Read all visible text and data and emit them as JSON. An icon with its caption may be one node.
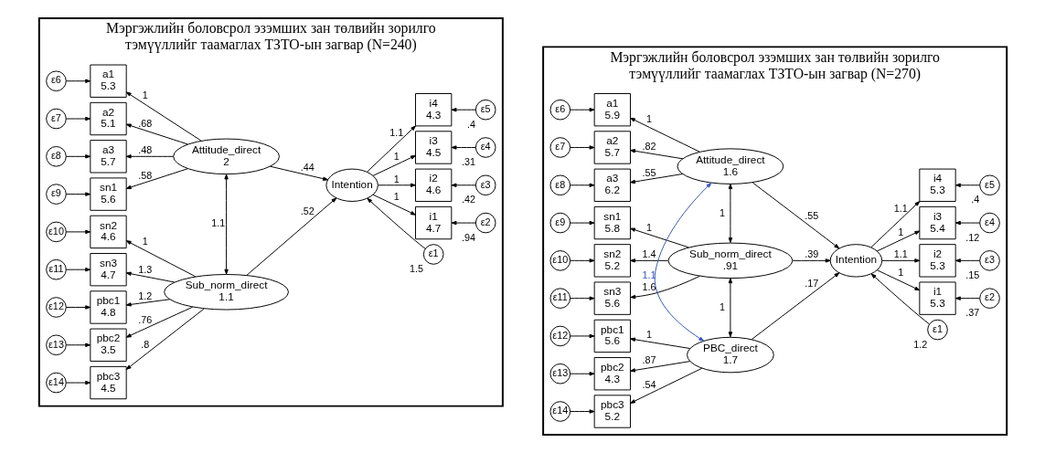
{
  "diagram": {
    "nodes": [
      {
        "text": [
          "Мэргэжлийн боловсрол эзэмших зан төлвийн зорилго тэмүүллийг таамаглах ТЗТО-ын загвар (N=240)"
        ]
      },
      {
        "text": [
          "ε6"
        ],
        "in": 0
      },
      {
        "text": [
          "a1",
          "5.3"
        ],
        "in": 0
      },
      {
        "text": [
          "ε7"
        ],
        "in": 0
      },
      {
        "text": [
          "a2",
          "5.1"
        ],
        "in": 0
      },
      {
        "text": [
          "ε8"
        ],
        "in": 0
      },
      {
        "text": [
          "a3",
          "5.7"
        ],
        "in": 0
      },
      {
        "text": [
          "ε9"
        ],
        "in": 0
      },
      {
        "text": [
          "sn1",
          "5.6"
        ],
        "in": 0
      },
      {
        "text": [
          "ε10"
        ],
        "in": 0
      },
      {
        "text": [
          "sn2",
          "4.6"
        ],
        "in": 0
      },
      {
        "text": [
          "ε11"
        ],
        "in": 0
      },
      {
        "text": [
          "sn3",
          "4.7"
        ],
        "in": 0
      },
      {
        "text": [
          "ε12"
        ],
        "in": 0
      },
      {
        "text": [
          "pbc1",
          "4.8"
        ],
        "in": 0
      },
      {
        "text": [
          "ε13"
        ],
        "in": 0
      },
      {
        "text": [
          "pbc2",
          "3.5"
        ],
        "in": 0
      },
      {
        "text": [
          "ε14"
        ],
        "in": 0
      },
      {
        "text": [
          "pbc3",
          "4.5"
        ],
        "in": 0
      },
      {
        "text": [
          "Attitude_direct",
          "2"
        ],
        "in": 0
      },
      {
        "text": [
          "Sub_norm_direct",
          "1.1"
        ],
        "in": 0
      },
      {
        "text": [
          "Intention"
        ],
        "in": 0
      },
      {
        "text": [
          "ε1"
        ],
        "beside": [
          "1.5"
        ],
        "in": 0
      },
      {
        "text": [
          "i1",
          "4.7"
        ],
        "in": 0
      },
      {
        "text": [
          "ε2"
        ],
        "beside": [
          ".94"
        ],
        "in": 0
      },
      {
        "text": [
          "i2",
          "4.6"
        ],
        "in": 0
      },
      {
        "text": [
          "ε3"
        ],
        "beside": [
          ".42"
        ],
        "in": 0
      },
      {
        "text": [
          "i3",
          "4.5"
        ],
        "in": 0
      },
      {
        "text": [
          "ε4"
        ],
        "beside": [
          ".31"
        ],
        "in": 0
      },
      {
        "text": [
          "i4",
          "4.3"
        ],
        "in": 0
      },
      {
        "text": [
          "ε5"
        ],
        "beside": [
          ".4"
        ],
        "in": 0
      },
      {
        "text": [
          "Мэргэжлийн боловсрол эзэмших зан төлвийн зорилго тэмүүллийг таамаглах ТЗТО-ын загвар (N=270)"
        ]
      },
      {
        "text": [
          "ε6"
        ],
        "in": 31
      },
      {
        "text": [
          "a1",
          "5.9"
        ],
        "in": 31
      },
      {
        "text": [
          "ε7"
        ],
        "in": 31
      },
      {
        "text": [
          "a2",
          "5.7"
        ],
        "in": 31
      },
      {
        "text": [
          "ε8"
        ],
        "in": 31
      },
      {
        "text": [
          "a3",
          "6.2"
        ],
        "in": 31
      },
      {
        "text": [
          "ε9"
        ],
        "in": 31
      },
      {
        "text": [
          "sn1",
          "5.8"
        ],
        "in": 31
      },
      {
        "text": [
          "ε10"
        ],
        "in": 31
      },
      {
        "text": [
          "sn2",
          "5.2"
        ],
        "in": 31
      },
      {
        "text": [
          "ε11"
        ],
        "in": 31
      },
      {
        "text": [
          "sn3",
          "5.6"
        ],
        "in": 31
      },
      {
        "text": [
          "ε12"
        ],
        "in": 31
      },
      {
        "text": [
          "pbc1",
          "5.6"
        ],
        "in": 31
      },
      {
        "text": [
          "ε13"
        ],
        "in": 31
      },
      {
        "text": [
          "pbc2",
          "4.3"
        ],
        "in": 31
      },
      {
        "text": [
          "ε14"
        ],
        "in": 31
      },
      {
        "text": [
          "pbc3",
          "5.2"
        ],
        "in": 31
      },
      {
        "text": [
          "Attitude_direct",
          "1.6"
        ],
        "in": 31
      },
      {
        "text": [
          "Sub_norm_direct",
          ".91"
        ],
        "in": 31
      },
      {
        "text": [
          "PBC_direct",
          "1.7"
        ],
        "in": 31
      },
      {
        "text": [
          "Intention"
        ],
        "in": 31
      },
      {
        "text": [
          "ε1"
        ],
        "beside": [
          "1.2"
        ],
        "in": 31
      },
      {
        "text": [
          "i1",
          "5.3"
        ],
        "in": 31
      },
      {
        "text": [
          "ε2"
        ],
        "beside": [
          ".37"
        ],
        "in": 31
      },
      {
        "text": [
          "i2",
          "5.3"
        ],
        "in": 31
      },
      {
        "text": [
          "ε3"
        ],
        "beside": [
          ".15"
        ],
        "in": 31
      },
      {
        "text": [
          "i3",
          "5.4"
        ],
        "in": 31
      },
      {
        "text": [
          "ε4"
        ],
        "beside": [
          ".12"
        ],
        "in": 31
      },
      {
        "text": [
          "i4",
          "5.3"
        ],
        "in": 31
      },
      {
        "text": [
          "ε5"
        ],
        "beside": [
          ".4"
        ],
        "in": 31
      }
    ],
    "edges": [
      {
        "from": 1,
        "to": 2,
        "arrow": "to"
      },
      {
        "from": 3,
        "to": 4,
        "arrow": "to"
      },
      {
        "from": 5,
        "to": 6,
        "arrow": "to"
      },
      {
        "from": 7,
        "to": 8,
        "arrow": "to"
      },
      {
        "from": 9,
        "to": 10,
        "arrow": "to"
      },
      {
        "from": 11,
        "to": 12,
        "arrow": "to"
      },
      {
        "from": 13,
        "to": 14,
        "arrow": "to"
      },
      {
        "from": 15,
        "to": 16,
        "arrow": "to"
      },
      {
        "from": 17,
        "to": 18,
        "arrow": "to"
      },
      {
        "from": 19,
        "to": 2,
        "arrow": "to",
        "label": "1"
      },
      {
        "from": 19,
        "to": 4,
        "arrow": "to",
        "label": ".68"
      },
      {
        "from": 19,
        "to": 6,
        "arrow": "to",
        "label": ".48"
      },
      {
        "from": 19,
        "to": 8,
        "arrow": "to",
        "label": ".58"
      },
      {
        "from": 20,
        "to": 10,
        "arrow": "to",
        "label": "1"
      },
      {
        "from": 20,
        "to": 12,
        "arrow": "to",
        "label": "1.3"
      },
      {
        "from": 20,
        "to": 14,
        "arrow": "to",
        "label": "1.2"
      },
      {
        "from": 20,
        "to": 16,
        "arrow": "to",
        "label": ".76"
      },
      {
        "from": 20,
        "to": 18,
        "arrow": "to",
        "label": ".8"
      },
      {
        "from": 19,
        "to": 20,
        "arrow": "both",
        "label": "1.1"
      },
      {
        "from": 19,
        "to": 21,
        "arrow": "to",
        "label": ".44"
      },
      {
        "from": 20,
        "to": 21,
        "arrow": "to",
        "label": ".52"
      },
      {
        "from": 22,
        "to": 21,
        "arrow": "to"
      },
      {
        "from": 21,
        "to": 23,
        "arrow": "to",
        "label": "1"
      },
      {
        "from": 21,
        "to": 25,
        "arrow": "to",
        "label": "1"
      },
      {
        "from": 21,
        "to": 27,
        "arrow": "to",
        "label": "1"
      },
      {
        "from": 21,
        "to": 29,
        "arrow": "to",
        "label": "1.1"
      },
      {
        "from": 24,
        "to": 23,
        "arrow": "to"
      },
      {
        "from": 26,
        "to": 25,
        "arrow": "to"
      },
      {
        "from": 28,
        "to": 27,
        "arrow": "to"
      },
      {
        "from": 30,
        "to": 29,
        "arrow": "to"
      },
      {
        "from": 32,
        "to": 33,
        "arrow": "to"
      },
      {
        "from": 34,
        "to": 35,
        "arrow": "to"
      },
      {
        "from": 36,
        "to": 37,
        "arrow": "to"
      },
      {
        "from": 38,
        "to": 39,
        "arrow": "to"
      },
      {
        "from": 40,
        "to": 41,
        "arrow": "to"
      },
      {
        "from": 42,
        "to": 43,
        "arrow": "to"
      },
      {
        "from": 44,
        "to": 45,
        "arrow": "to"
      },
      {
        "from": 46,
        "to": 47,
        "arrow": "to"
      },
      {
        "from": 48,
        "to": 49,
        "arrow": "to"
      },
      {
        "from": 50,
        "to": 33,
        "arrow": "to",
        "label": "1"
      },
      {
        "from": 50,
        "to": 35,
        "arrow": "to",
        "label": ".82"
      },
      {
        "from": 50,
        "to": 37,
        "arrow": "to",
        "label": ".55"
      },
      {
        "from": 51,
        "to": 39,
        "arrow": "to",
        "label": "1"
      },
      {
        "from": 51,
        "to": 41,
        "arrow": "to",
        "label": "1.4"
      },
      {
        "from": 51,
        "to": 43,
        "arrow": "to",
        "label": "1.6"
      },
      {
        "from": 52,
        "to": 45,
        "arrow": "to",
        "label": "1"
      },
      {
        "from": 52,
        "to": 47,
        "arrow": "to",
        "label": ".87"
      },
      {
        "from": 52,
        "to": 49,
        "arrow": "to",
        "label": ".54"
      },
      {
        "from": 50,
        "to": 51,
        "arrow": "both",
        "label": "1"
      },
      {
        "from": 51,
        "to": 52,
        "arrow": "both",
        "label": "1"
      },
      {
        "from": 50,
        "to": 52,
        "arrow": "both",
        "label": "1.1",
        "color": "#3355cc"
      },
      {
        "from": 50,
        "to": 53,
        "arrow": "to",
        "label": ".55"
      },
      {
        "from": 51,
        "to": 53,
        "arrow": "to",
        "label": ".39"
      },
      {
        "from": 52,
        "to": 53,
        "arrow": "to",
        "label": ".17"
      },
      {
        "from": 54,
        "to": 53,
        "arrow": "to"
      },
      {
        "from": 53,
        "to": 55,
        "arrow": "to",
        "label": "1"
      },
      {
        "from": 53,
        "to": 57,
        "arrow": "to",
        "label": "1.1"
      },
      {
        "from": 53,
        "to": 59,
        "arrow": "to",
        "label": "1"
      },
      {
        "from": 53,
        "to": 61,
        "arrow": "to",
        "label": "1.1"
      },
      {
        "from": 56,
        "to": 55,
        "arrow": "to"
      },
      {
        "from": 58,
        "to": 57,
        "arrow": "to"
      },
      {
        "from": 60,
        "to": 59,
        "arrow": "to"
      },
      {
        "from": 62,
        "to": 61,
        "arrow": "to"
      }
    ]
  }
}
